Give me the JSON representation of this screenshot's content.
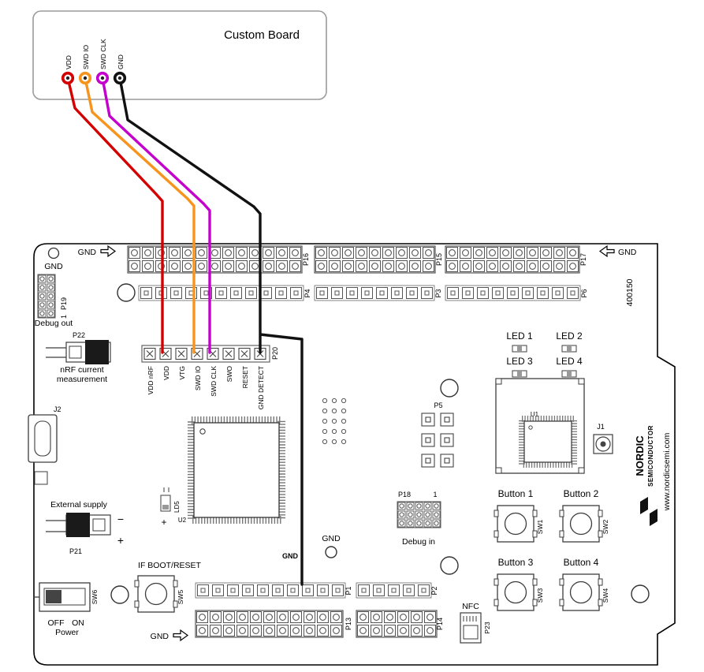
{
  "custom_board": {
    "title": "Custom Board",
    "pins": [
      {
        "label": "VDD",
        "color": "#d40000"
      },
      {
        "label": "SWD IO",
        "color": "#f7941d"
      },
      {
        "label": "SWD CLK",
        "color": "#c400cc"
      },
      {
        "label": "GND",
        "color": "#111111"
      }
    ]
  },
  "wires": [
    {
      "name": "vdd-wire",
      "color": "#d40000"
    },
    {
      "name": "swd-io-wire",
      "color": "#f7941d"
    },
    {
      "name": "swd-clk-wire",
      "color": "#c400cc"
    },
    {
      "name": "gnd-wire",
      "color": "#111111"
    }
  ],
  "dev_board": {
    "part_number": "400150",
    "top": {
      "gnd_hole": "GND",
      "gnd_left": "GND",
      "gnd_right": "GND",
      "row1_headers": [
        "P16",
        "P15",
        "P17"
      ],
      "row2_headers": [
        "P4",
        "P3",
        "P6"
      ]
    },
    "debug_out": {
      "pin1": "1",
      "ref": "P19",
      "label": "Debug out"
    },
    "current_measurement": {
      "ref": "P22",
      "label_line1": "nRF current",
      "label_line2": "measurement"
    },
    "usb": {
      "ref": "J2"
    },
    "external_supply": {
      "label": "External supply",
      "ref": "P21",
      "minus": "−",
      "plus": "+"
    },
    "power_switch": {
      "ref": "SW6",
      "off": "OFF",
      "on": "ON",
      "label": "Power"
    },
    "p20": {
      "ref": "P20",
      "pins": [
        "VDD nRF",
        "VDD",
        "VTG",
        "SWD IO",
        "SWD CLK",
        "SWO",
        "RESET",
        "GND DETECT"
      ]
    },
    "mcu": {
      "ref": "U2",
      "led_ref": "LD5",
      "plus": "+"
    },
    "gnd_center": "GND",
    "gnd_wire_label": "GND",
    "p5": {
      "ref": "P5"
    },
    "rf": {
      "shield_ref": "U1",
      "antenna_ref": "J1"
    },
    "leds": [
      "LED 1",
      "LED 2",
      "LED 3",
      "LED 4"
    ],
    "buttons": [
      {
        "label": "Button 1",
        "ref": "SW1"
      },
      {
        "label": "Button 2",
        "ref": "SW2"
      },
      {
        "label": "Button 3",
        "ref": "SW3"
      },
      {
        "label": "Button 4",
        "ref": "SW4"
      }
    ],
    "boot_reset": {
      "label": "IF BOOT/RESET",
      "ref": "SW5"
    },
    "bottom": {
      "p1": "P1",
      "p13": "P13",
      "p2": "P2",
      "p14": "P14",
      "gnd": "GND"
    },
    "debug_in": {
      "ref": "P18",
      "pin1": "1",
      "label": "Debug in"
    },
    "nfc": {
      "label": "NFC",
      "ref": "P23"
    },
    "branding": {
      "line1": "NORDIC",
      "line2": "SEMICONDUCTOR",
      "url": "www.nordicsemi.com"
    }
  }
}
